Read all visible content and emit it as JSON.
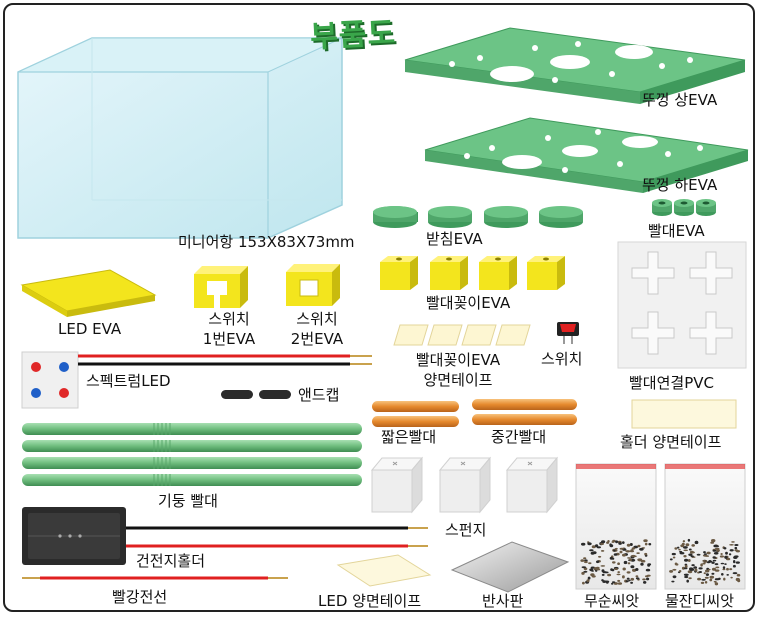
{
  "title": "부품도",
  "labels": {
    "aquarium": "미니어항 153X83X73mm",
    "lid_top": "뚜껑 상EVA",
    "lid_bottom": "뚜껑 하EVA",
    "stand_eva": "받침EVA",
    "straw_eva": "빨대EVA",
    "straw_plug_eva": "빨대꽂이EVA",
    "led_eva": "LED EVA",
    "switch1_line1": "스위치",
    "switch1_line2": "1번EVA",
    "switch2_line1": "스위치",
    "switch2_line2": "2번EVA",
    "straw_plug_tape_line1": "빨대꽂이EVA",
    "straw_plug_tape_line2": "양면테이프",
    "switch": "스위치",
    "straw_connector_pvc": "빨대연결PVC",
    "spectrum_led": "스펙트럼LED",
    "end_cap": "앤드캡",
    "short_straw": "짧은빨대",
    "middle_straw": "중간빨대",
    "holder_tape": "홀더 양면테이프",
    "pillar_straw": "기둥 빨대",
    "sponge": "스펀지",
    "battery_holder": "건전지홀더",
    "red_wire": "빨강전선",
    "led_tape": "LED 양면테이프",
    "reflector": "반사판",
    "radish_seed": "무순씨앗",
    "garden_cress_seed": "물잔디씨앗"
  },
  "colors": {
    "eva_green": "#6cc486",
    "eva_green_dark": "#3f9a5c",
    "eva_yellow": "#f3e51d",
    "straw_green": "#7cc68a",
    "straw_orange": "#e9923a",
    "title_green": "#3aa64a"
  }
}
